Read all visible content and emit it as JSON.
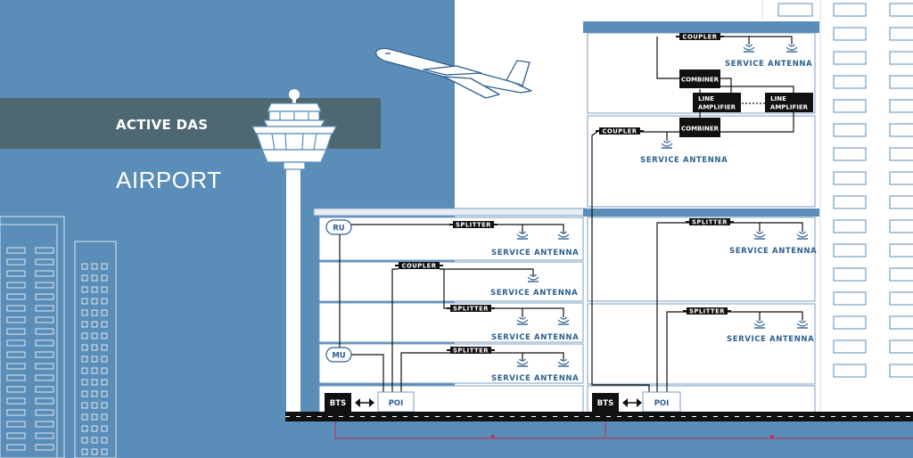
{
  "header": {
    "title": "ACTIVE DAS",
    "subtitle": "AIRPORT"
  },
  "labels": {
    "service_antenna": "SERVICE ANTENNA",
    "splitter": "SPLITTER",
    "coupler": "COUPLER",
    "combiner": "COMBINER",
    "line_amplifier_1": "LINE",
    "line_amplifier_2": "AMPLIFIER",
    "ru": "RU",
    "mu": "MU",
    "bts": "BTS",
    "poi": "POI"
  },
  "colors": {
    "background_blue": "#5a8db7",
    "banner": "#4e6872",
    "line": "#111111",
    "label_blue": "#2e5f91",
    "building_outline": "#7a9cc0",
    "link_red": "#c0305a"
  },
  "icons": [
    "airplane-icon",
    "control-tower-icon",
    "antenna-icon",
    "double-arrow-icon"
  ]
}
